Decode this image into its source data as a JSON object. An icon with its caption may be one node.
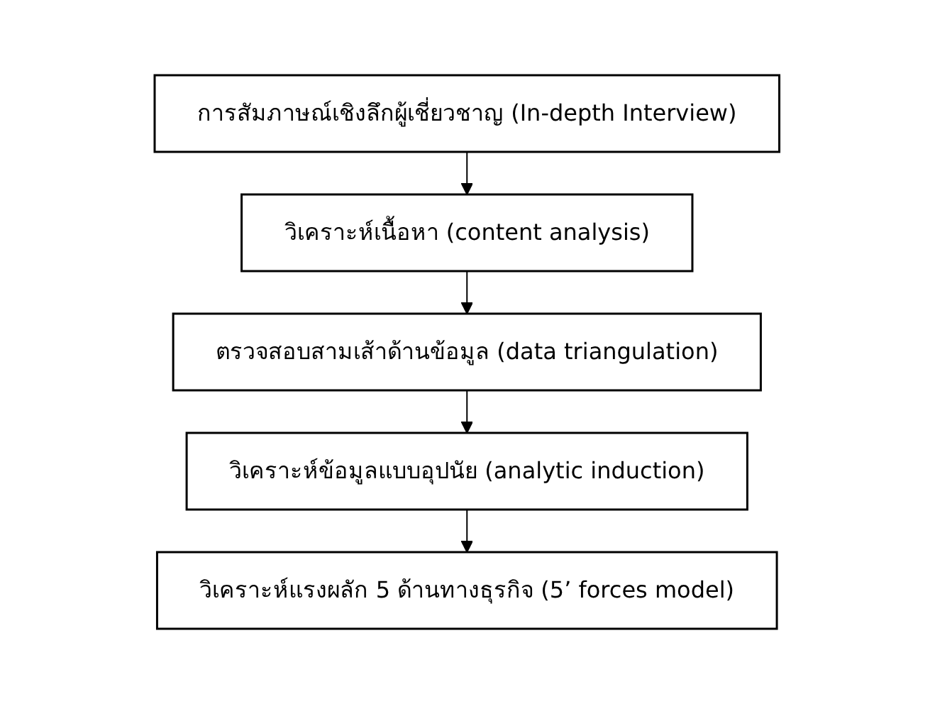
{
  "diagram": {
    "nodes": [
      {
        "text": [
          "การสัมภาษณ์เชิงลึกผู้เชี่ยวชาญ (In-depth Interview)"
        ]
      },
      {
        "text": [
          "วิเคราะห์เนื้อหา (content analysis)"
        ]
      },
      {
        "text": [
          "ตรวจสอบสามเส้าด้านข้อมูล (data triangulation)"
        ]
      },
      {
        "text": [
          "วิเคราะห์ข้อมูลแบบอุปนัย (analytic induction)"
        ]
      },
      {
        "text": [
          "วิเคราะห์แรงผลัก 5 ด้านทางธุรกิจ (5’ forces model)"
        ]
      }
    ],
    "edges": [
      {
        "from": 0,
        "to": 1,
        "arrow": "to"
      },
      {
        "from": 1,
        "to": 2,
        "arrow": "to"
      },
      {
        "from": 2,
        "to": 3,
        "arrow": "to"
      },
      {
        "from": 3,
        "to": 4,
        "arrow": "to"
      }
    ]
  }
}
